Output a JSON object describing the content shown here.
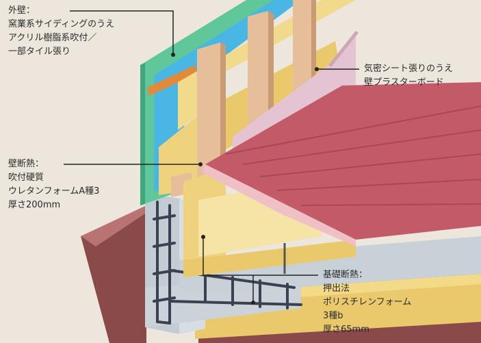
{
  "labels": {
    "exterior_wall": {
      "lines": [
        "外壁：",
        "窯業系サイディングのうえ",
        "アクリル樹脂系吹付／",
        "一部タイル張り"
      ],
      "color": "#2b2b2b"
    },
    "airtight_sheet": {
      "lines": [
        "気密シート張りのうえ",
        "壁プラスターボード"
      ],
      "color": "#2b2b2b"
    },
    "wall_insulation": {
      "lines": [
        "壁断熱：",
        "吹付硬質",
        "ウレタンフォームA種3",
        "厚さ200mm"
      ],
      "color": "#2b2b2b"
    },
    "foundation_insulation": {
      "lines": [
        "基礎断熱：",
        "押出法",
        "ポリスチレンフォーム",
        "3種b",
        "厚さ65mm"
      ],
      "color": "#2b2b2b"
    }
  },
  "colors": {
    "background": "#ece6dc",
    "siding_green": "#5fc79a",
    "membrane_blue": "#49b6e4",
    "insulation_yellow": "#efd27d",
    "timber": "#e6bf9a",
    "plasterboard_pink": "#e4c4d2",
    "floor_red": "#c25a68",
    "concrete": "#c3ccd3",
    "rebar": "#3a4150",
    "soil": "#8a4a4a"
  }
}
